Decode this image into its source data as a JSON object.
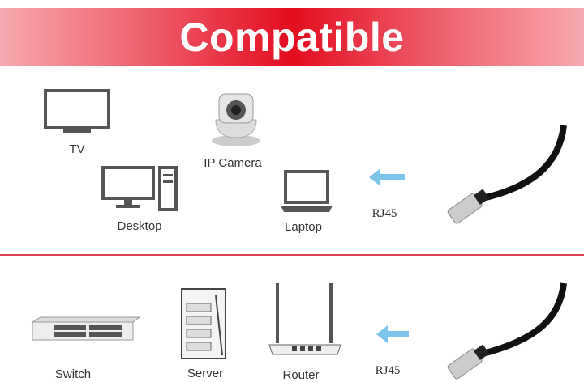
{
  "banner": {
    "title": "Compatible",
    "color": "#e30d1f"
  },
  "top_section": {
    "devices": [
      {
        "label": "TV"
      },
      {
        "label": "IP Camera"
      },
      {
        "label": "Desktop"
      },
      {
        "label": "Laptop"
      }
    ],
    "connector_label": "RJ45"
  },
  "bottom_section": {
    "devices": [
      {
        "label": "Switch"
      },
      {
        "label": "Server"
      },
      {
        "label": "Router"
      }
    ],
    "connector_label": "RJ45"
  },
  "colors": {
    "arrow": "#7cc4ec",
    "icon": "#555555",
    "divider": "#e04050"
  }
}
